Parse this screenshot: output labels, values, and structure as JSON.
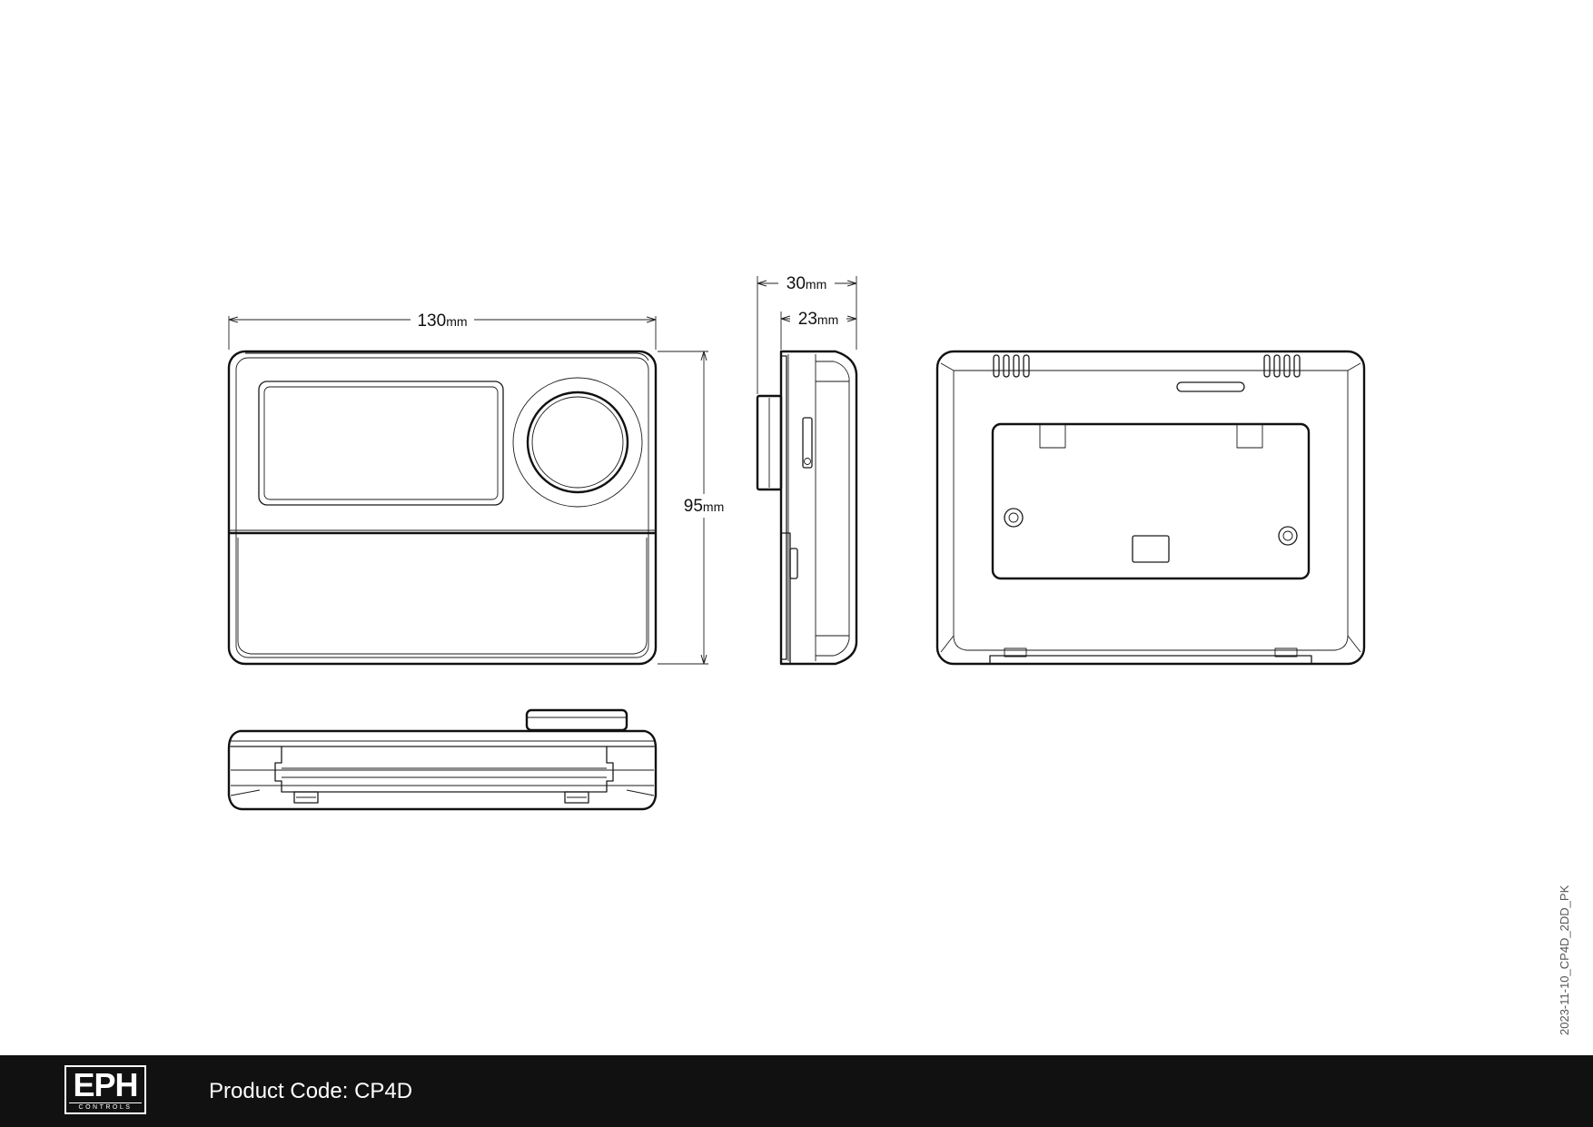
{
  "dimensions": {
    "width": {
      "value": "130",
      "unit": "mm"
    },
    "height": {
      "value": "95",
      "unit": "mm"
    },
    "depth_total": {
      "value": "30",
      "unit": "mm"
    },
    "depth_body": {
      "value": "23",
      "unit": "mm"
    }
  },
  "footer": {
    "logo_text": "EPH",
    "logo_subtext": "CONTROLS",
    "product_code": "Product Code: CP4D"
  },
  "document_ref": "2023-11-10_CP4D_2DD_PK",
  "colors": {
    "line": "#1a1a1a",
    "footer_background": "#111111",
    "footer_text": "#ffffff"
  }
}
